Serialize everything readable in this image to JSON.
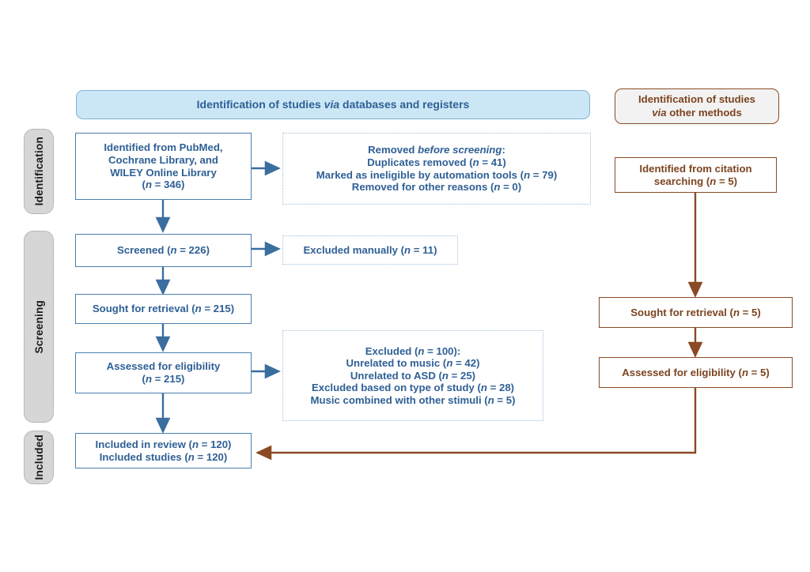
{
  "colors": {
    "blue_text": "#2f6095",
    "blue_border": "#4a7fae",
    "blue_banner_fill": "#cbe7f6",
    "brown_text": "#7c4420",
    "brown_border": "#8a4a24",
    "stage_label_fill": "#d6d6d6"
  },
  "stage_labels": [
    {
      "label": "Identification"
    },
    {
      "label": "Screening"
    },
    {
      "label": "Included"
    }
  ],
  "banners": {
    "databases": {
      "pre": "Identification of studies ",
      "em": "via",
      "post": " databases and registers"
    },
    "other_methods": {
      "line1": "Identification of studies",
      "em": "via",
      "post": " other methods"
    }
  },
  "db_column": {
    "identified": {
      "line1": "Identified from PubMed,",
      "line2": "Cochrane Library, and",
      "line3": "WILEY Online Library",
      "count": "(n = 346)"
    },
    "removed_before_screening": {
      "title_pre": "Removed ",
      "title_em": "before screening",
      "title_post": ":",
      "line2": "Duplicates removed (n = 41)",
      "line3": "Marked as ineligible by automation tools (n = 79)",
      "line4": "Removed for other reasons (n = 0)"
    },
    "screened": {
      "text": "Screened (n = 226)"
    },
    "excluded_manually": {
      "text": "Excluded manually (n = 11)"
    },
    "sought_for_retrieval": {
      "text": "Sought for retrieval (n = 215)"
    },
    "assessed_for_eligibility": {
      "line1": "Assessed for eligibility",
      "count": "(n = 215)"
    },
    "excluded_reasons": {
      "line1": "Excluded (n = 100):",
      "line2": "Unrelated to music (n = 42)",
      "line3": "Unrelated to ASD (n = 25)",
      "line4": "Excluded based on type of study (n = 28)",
      "line5": "Music combined with other stimuli (n = 5)"
    },
    "included": {
      "line1": "Included in review (n = 120)",
      "line2": "Included studies (n = 120)"
    }
  },
  "other_column": {
    "identified_citation": {
      "line1": "Identified from  citation",
      "line2": "searching (n = 5)"
    },
    "sought_for_retrieval": {
      "text": "Sought for retrieval (n = 5)"
    },
    "assessed_for_eligibility": {
      "text": "Assessed for eligibility (n = 5)"
    }
  }
}
